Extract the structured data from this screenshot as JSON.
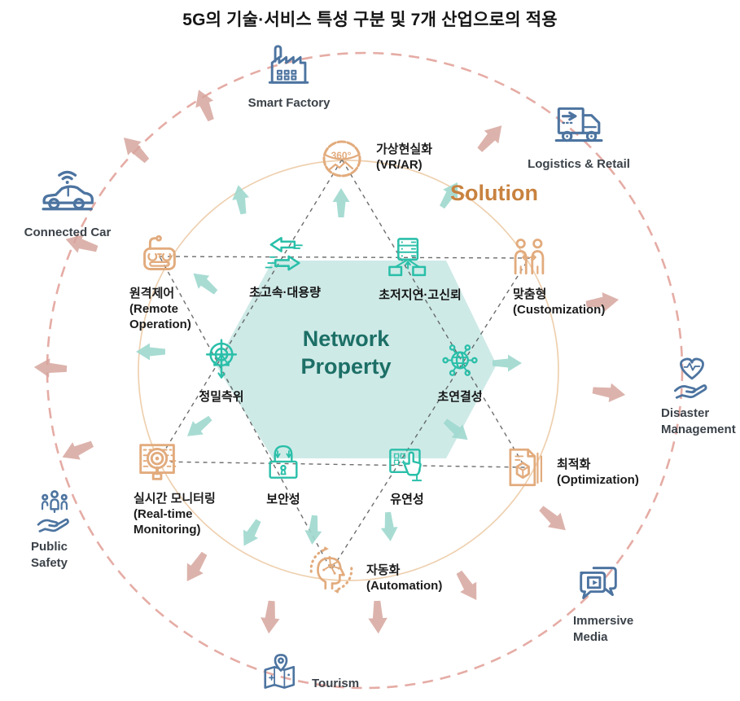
{
  "title": "5G의 기술·서비스 특성 구분 및 7개 산업으로의 적용",
  "center_label": "Network Property",
  "solution_ring_label": "Solution",
  "industries": [
    {
      "label": "Smart Factory",
      "icon": "factory-icon"
    },
    {
      "label": "Logistics & Retail",
      "icon": "delivery-truck-icon"
    },
    {
      "label": "Connected Car",
      "icon": "connected-car-icon"
    },
    {
      "label": "Disaster Management",
      "icon": "hand-heart-icon"
    },
    {
      "label": "Public Safety",
      "icon": "hand-people-icon"
    },
    {
      "label": "Immersive Media",
      "icon": "media-play-bubbles-icon"
    },
    {
      "label": "Tourism",
      "icon": "map-pin-icon"
    }
  ],
  "solutions": [
    {
      "ko": "가상현실화",
      "en": "(VR/AR)",
      "badge": "360°",
      "icon": "vr-360-icon"
    },
    {
      "ko": "원격제어",
      "en": "(Remote Operation)",
      "icon": "remote-controller-icon"
    },
    {
      "ko": "맞춤형",
      "en": "(Customization)",
      "icon": "two-people-icon"
    },
    {
      "ko": "실시간 모니터링",
      "en": "(Real-time Monitoring)",
      "icon": "magnifier-data-icon"
    },
    {
      "ko": "최적화",
      "en": "(Optimization)",
      "icon": "document-cube-icon"
    },
    {
      "ko": "자동화",
      "en": "(Automation)",
      "icon": "ai-head-icon"
    }
  ],
  "network_properties": [
    {
      "ko": "초고속·대용량",
      "icon": "speed-arrows-icon"
    },
    {
      "ko": "초저지연·고신뢰",
      "icon": "server-network-icon"
    },
    {
      "ko": "정밀측위",
      "icon": "precision-target-icon"
    },
    {
      "ko": "초연결성",
      "icon": "globe-network-icon"
    },
    {
      "ko": "보안성",
      "icon": "padlock-icon"
    },
    {
      "ko": "유연성",
      "icon": "touch-screen-icon"
    }
  ],
  "colors": {
    "network_accent": "#2abfa9",
    "hexagon_fill": "#cbe9e6",
    "center_text": "#1c6f66",
    "solution_accent": "#e2ab7d",
    "solution_text": "#c8823f",
    "industry_accent": "#4d74a0",
    "outer_ring_dashed": "#e09d95",
    "inner_teal_arrow": "#9fd9cf",
    "outer_pink_arrow": "#d6a69e"
  }
}
